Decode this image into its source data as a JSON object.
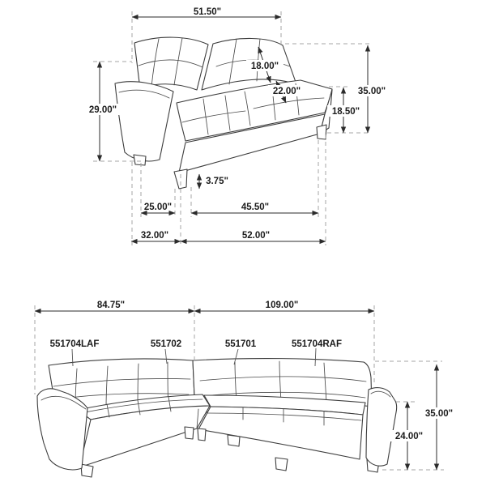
{
  "page": {
    "background": "#ffffff",
    "ink_color": "#2b2b2b",
    "dash_color": "#a4a4a4"
  },
  "loveseat": {
    "dimensions": {
      "back_width": "51.50\"",
      "back_cushion": "18.00\"",
      "seat_depth": "22.00\"",
      "overall_height": "35.00\"",
      "seat_height": "18.50\"",
      "arm_height": "29.00\"",
      "leg_height": "3.75\"",
      "arm_side_depth": "25.00\"",
      "seat_width": "45.50\"",
      "overall_depth": "32.00\"",
      "overall_width": "52.00\""
    }
  },
  "sectional": {
    "dimensions": {
      "left_width": "84.75\"",
      "right_width": "109.00\"",
      "overall_height": "35.00\"",
      "arm_height": "24.00\""
    },
    "parts": [
      {
        "label": "551704LAF"
      },
      {
        "label": "551702"
      },
      {
        "label": "551701"
      },
      {
        "label": "551704RAF"
      }
    ]
  }
}
